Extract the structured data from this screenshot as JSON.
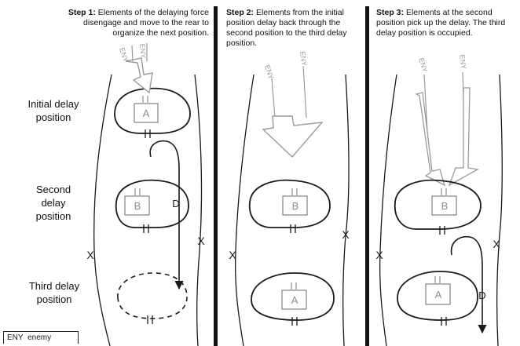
{
  "steps": [
    {
      "label": "Step 1:",
      "text": "Elements of the delaying force disengage and move to the rear to organize the next position."
    },
    {
      "label": "Step 2:",
      "text": "Elements from the initial position delay back through the second position to the third delay position."
    },
    {
      "label": "Step 3:",
      "text": "Elements at the second position pick up the delay. The third delay position is occupied."
    }
  ],
  "row_labels": {
    "initial": "Initial delay position",
    "second": "Second delay position",
    "third": "Third delay position"
  },
  "unit_labels": {
    "a": "A",
    "b": "B"
  },
  "arrow_letters": {
    "step1": "D",
    "step3": "D"
  },
  "enemy_label": "ENY",
  "boundary_marker": "X",
  "legend": {
    "abbr": "ENY",
    "meaning": "enemy"
  },
  "colors": {
    "line": "#1a1a1a",
    "unit": "#8c8c8c",
    "enemy_arrow": "#9a9a9a",
    "divider": "#111111"
  }
}
